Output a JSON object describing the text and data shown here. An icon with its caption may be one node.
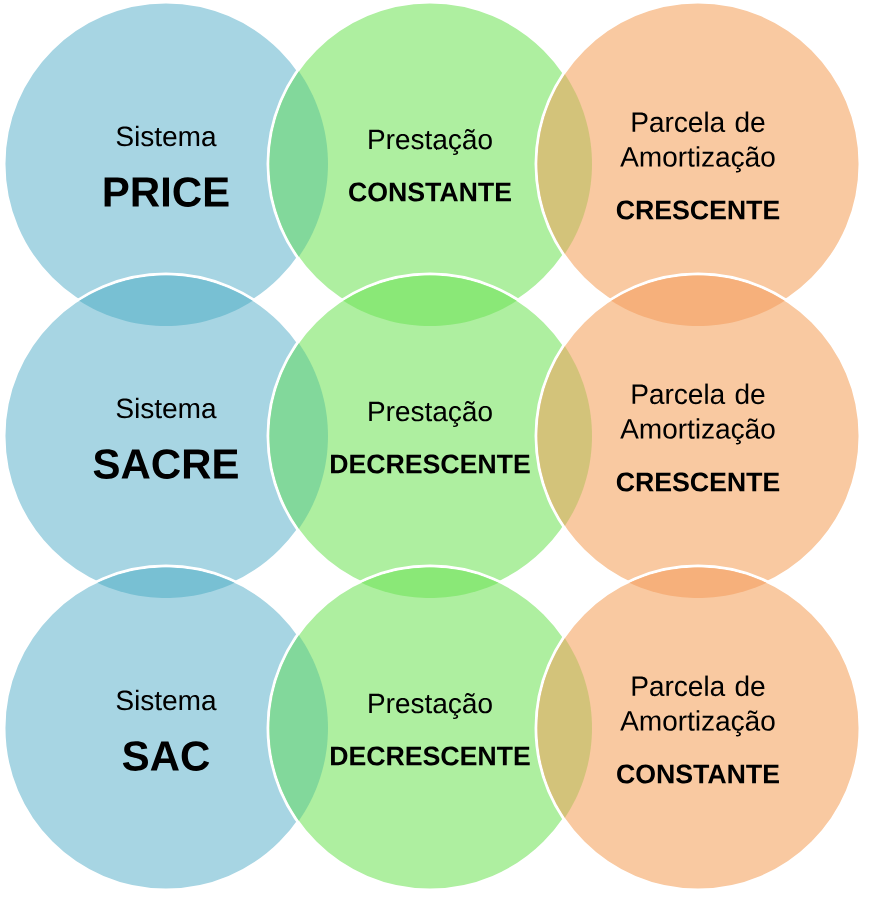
{
  "diagram": {
    "nodes": [
      {
        "text": [
          "Sistema",
          "PRICE"
        ]
      },
      {
        "text": [
          "Prestação",
          "CONSTANTE"
        ]
      },
      {
        "text": [
          "Parcela de Amortização",
          "CRESCENTE"
        ]
      },
      {
        "text": [
          "Sistema",
          "SACRE"
        ]
      },
      {
        "text": [
          "Prestação",
          "DECRESCENTE"
        ]
      },
      {
        "text": [
          "Parcela de Amortização",
          "CRESCENTE"
        ]
      },
      {
        "text": [
          "Sistema",
          "SAC"
        ]
      },
      {
        "text": [
          "Prestação",
          "DECRESCENTE"
        ]
      },
      {
        "text": [
          "Parcela de Amortização",
          "CONSTANTE"
        ]
      }
    ]
  }
}
